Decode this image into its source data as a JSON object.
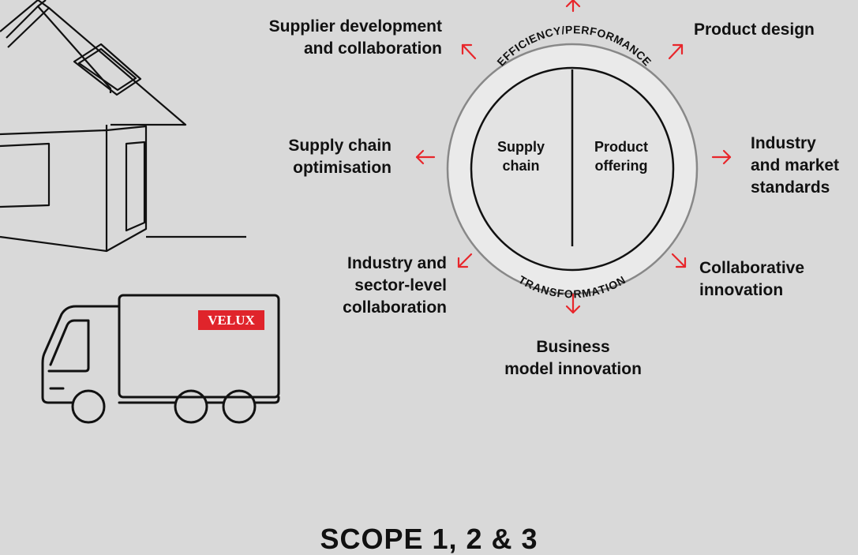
{
  "ring": {
    "top_label": "EFFICIENCY/PERFORMANCE",
    "bottom_label": "TRANSFORMATION",
    "left_inner": "Supply\nchain",
    "right_inner": "Product\noffering"
  },
  "outcomes": [
    {
      "id": "supplier",
      "text": "Supplier development\nand collaboration"
    },
    {
      "id": "product-design",
      "text": "Product design"
    },
    {
      "id": "supply-chain-opt",
      "text": "Supply chain\noptimisation"
    },
    {
      "id": "standards",
      "text": "Industry\nand market\nstandards"
    },
    {
      "id": "sector",
      "text": "Industry and\nsector-level\ncollaboration"
    },
    {
      "id": "collab-innovation",
      "text": "Collaborative\ninnovation"
    },
    {
      "id": "business-model",
      "text": "Business\nmodel innovation"
    }
  ],
  "truck": {
    "brand": "VELUX"
  },
  "footer": {
    "title": "SCOPE 1, 2 & 3"
  },
  "colors": {
    "background": "#d9d9d9",
    "accent": "#e8262b",
    "ink": "#111111",
    "ring_fill": "#e6e6e6",
    "brand_red": "#e0242b"
  },
  "icons": [
    "house-illustration",
    "truck-illustration",
    "arrow-icon"
  ]
}
